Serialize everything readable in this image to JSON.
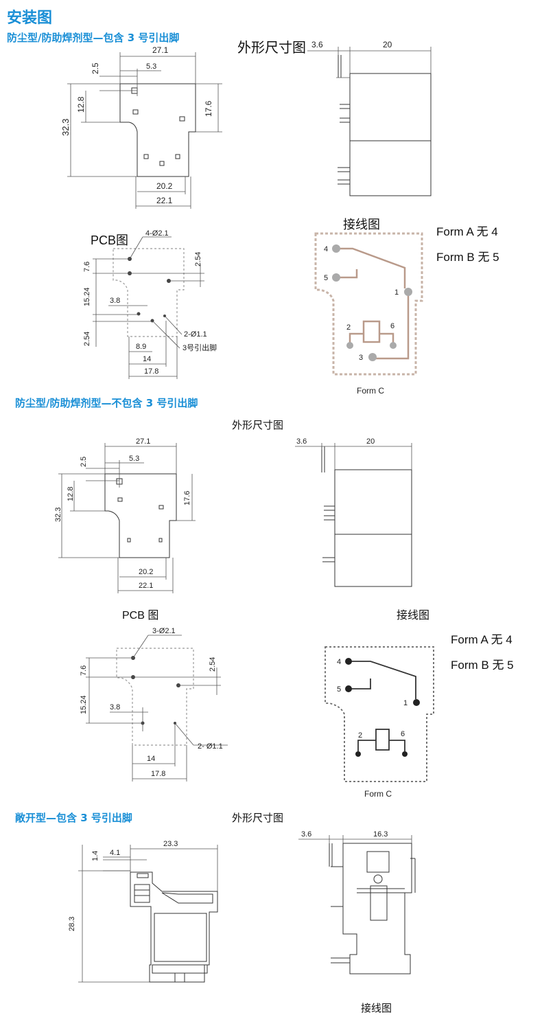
{
  "page_title": "安装图",
  "sections": [
    {
      "heading": "防尘型/防助焊剂型—包含 3 号引出脚",
      "outline_title": "外形尺寸图",
      "pcb_title": "PCB图",
      "wiring_title": "接线图",
      "form_a": "Form A  无  4",
      "form_b": "Form B  无  5",
      "form_c": "Form C",
      "dims": {
        "w271": "27.1",
        "d25": "2.5",
        "d53": "5.3",
        "d128": "12.8",
        "d323": "32.3",
        "d176": "17.6",
        "d202": "20.2",
        "d221": "22.1",
        "d36": "3.6",
        "d20": "20"
      },
      "pcb": {
        "holes": "4-Ø2.1",
        "d76": "7.6",
        "d254a": "2.54",
        "d1524": "15.24",
        "d38": "3.8",
        "d254b": "2.54",
        "small": "2-Ø1.1",
        "pin3": "3号引出脚",
        "d89": "8.9",
        "d14": "14",
        "d178": "17.8"
      },
      "pins": {
        "p1": "1",
        "p2": "2",
        "p3": "3",
        "p4": "4",
        "p5": "5",
        "p6": "6"
      }
    },
    {
      "heading": "防尘型/防助焊剂型—不包含 3 号引出脚",
      "outline_title": "外形尺寸图",
      "pcb_title": "PCB 图",
      "wiring_title": "接线图",
      "form_a": "Form A  无  4",
      "form_b": "Form B  无  5",
      "form_c": "Form C",
      "dims": {
        "w271": "27.1",
        "d25": "2.5",
        "d53": "5.3",
        "d128": "12.8",
        "d323": "32.3",
        "d176": "17.6",
        "d202": "20.2",
        "d221": "22.1",
        "d36": "3.6",
        "d20": "20"
      },
      "pcb": {
        "holes": "3-Ø2.1",
        "d76": "7.6",
        "d254a": "2.54",
        "d1524": "15.24",
        "d38": "3.8",
        "small": "2- Ø1.1",
        "d14": "14",
        "d178": "17.8"
      },
      "pins": {
        "p1": "1",
        "p2": "2",
        "p4": "4",
        "p5": "5",
        "p6": "6"
      }
    },
    {
      "heading": "敞开型—包含 3 号引出脚",
      "outline_title": "外形尺寸图",
      "wiring_title": "接线图",
      "dims": {
        "d14": "1.4",
        "d41": "4.1",
        "d233": "23.3",
        "d283": "28.3",
        "d36": "3.6",
        "d163": "16.3"
      }
    }
  ]
}
